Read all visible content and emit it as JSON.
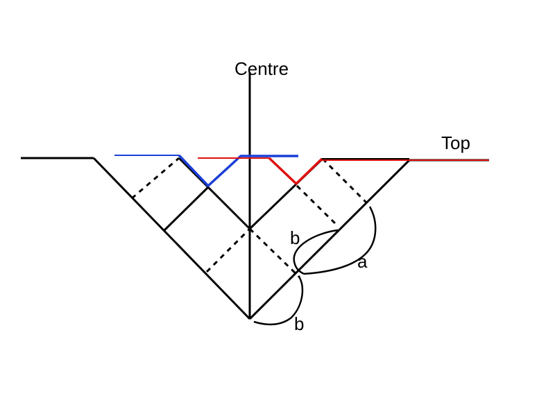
{
  "labels": {
    "centre": "Centre",
    "top": "Top",
    "a": "a",
    "b_upper": "b",
    "b_lower": "b"
  },
  "colors": {
    "ink": "#000000",
    "blue": "#1a3fd6",
    "red": "#e01010"
  }
}
